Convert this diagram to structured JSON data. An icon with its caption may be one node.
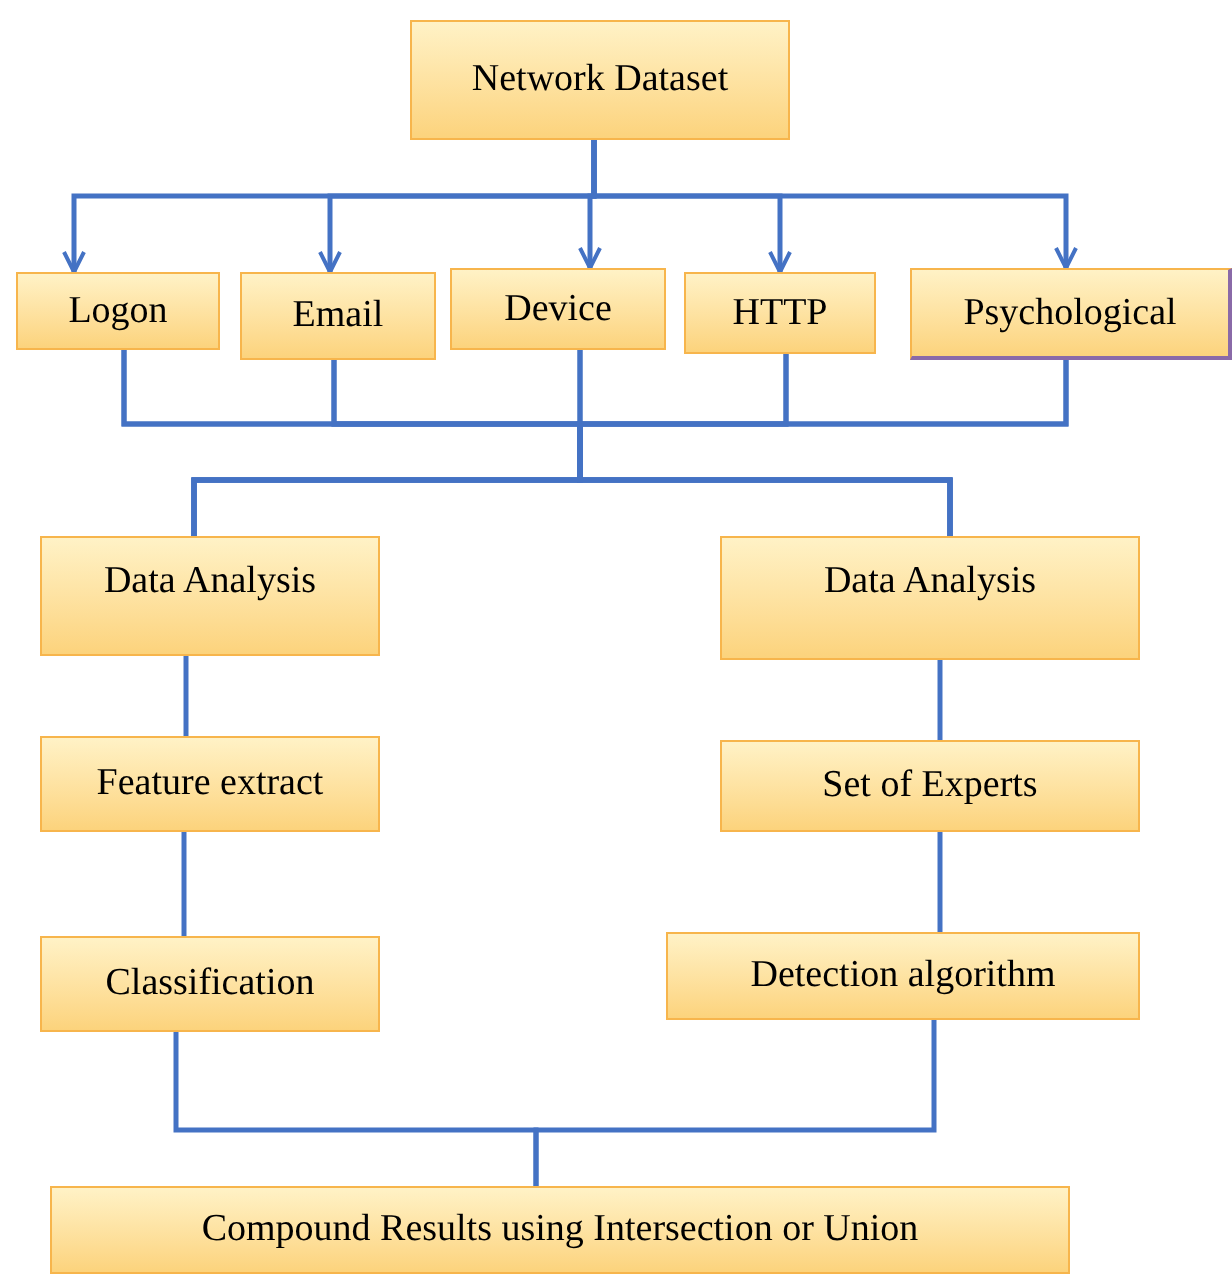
{
  "diagram": {
    "nodes": [
      {
        "text": [
          "Network Dataset"
        ]
      },
      {
        "text": [
          "Logon"
        ]
      },
      {
        "text": [
          "Email"
        ]
      },
      {
        "text": [
          "Device"
        ]
      },
      {
        "text": [
          "HTTP"
        ]
      },
      {
        "text": [
          "Psychological"
        ]
      },
      {
        "text": [
          "Data Analysis"
        ]
      },
      {
        "text": [
          "Data Analysis"
        ]
      },
      {
        "text": [
          "Feature extract"
        ]
      },
      {
        "text": [
          "Set of Experts"
        ]
      },
      {
        "text": [
          "Classification"
        ]
      },
      {
        "text": [
          "Detection algorithm"
        ]
      },
      {
        "text": [
          "Compound Results using Intersection or Union"
        ]
      }
    ],
    "edges": [
      {
        "from": 0,
        "to": 1,
        "arrow": "to"
      },
      {
        "from": 0,
        "to": 2,
        "arrow": "to"
      },
      {
        "from": 0,
        "to": 3,
        "arrow": "to"
      },
      {
        "from": 0,
        "to": 4,
        "arrow": "to"
      },
      {
        "from": 0,
        "to": 5,
        "arrow": "to"
      },
      {
        "from": 1,
        "to": 6,
        "arrow": "none"
      },
      {
        "from": 2,
        "to": 6,
        "arrow": "none"
      },
      {
        "from": 3,
        "to": 6,
        "arrow": "none"
      },
      {
        "from": 4,
        "to": 6,
        "arrow": "none"
      },
      {
        "from": 5,
        "to": 6,
        "arrow": "none"
      },
      {
        "from": 1,
        "to": 7,
        "arrow": "none"
      },
      {
        "from": 2,
        "to": 7,
        "arrow": "none"
      },
      {
        "from": 3,
        "to": 7,
        "arrow": "none"
      },
      {
        "from": 4,
        "to": 7,
        "arrow": "none"
      },
      {
        "from": 5,
        "to": 7,
        "arrow": "none"
      },
      {
        "from": 6,
        "to": 8,
        "arrow": "none"
      },
      {
        "from": 8,
        "to": 10,
        "arrow": "none"
      },
      {
        "from": 7,
        "to": 9,
        "arrow": "none"
      },
      {
        "from": 9,
        "to": 11,
        "arrow": "none"
      },
      {
        "from": 10,
        "to": 12,
        "arrow": "none"
      },
      {
        "from": 11,
        "to": 12,
        "arrow": "none"
      }
    ]
  }
}
